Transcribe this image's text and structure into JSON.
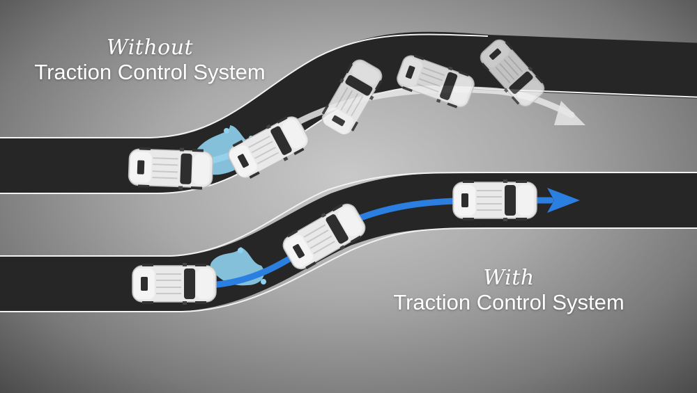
{
  "labels": {
    "without": {
      "script": "Without",
      "main": "Traction Control System"
    },
    "with": {
      "script": "With",
      "main": "Traction Control System"
    }
  },
  "colors": {
    "road": "#262626",
    "road_edge": "#f2f2f2",
    "ideal_path": "#2a7fe0",
    "skid_path": "#e6e6e6",
    "water": "#8fd1ee",
    "car_body": "#e9e9e9",
    "car_glass": "#2e2e2e"
  },
  "icons": [
    "car-icon",
    "water-puddle-icon",
    "arrow-right-icon"
  ]
}
